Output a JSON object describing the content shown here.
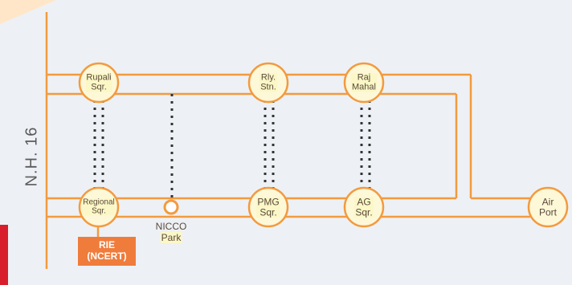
{
  "map": {
    "highway_label": "N.H. 16",
    "colors": {
      "route": "#f39a3f",
      "node_fill": "#fdf8d8",
      "connector": "#333333",
      "rie_box": "#f07c3c"
    },
    "nodes": [
      {
        "id": "rupali-sqr",
        "lines": [
          "Rupali",
          "Sqr."
        ]
      },
      {
        "id": "rly-stn",
        "lines": [
          "Rly.",
          "Stn."
        ]
      },
      {
        "id": "raj-mahal",
        "lines": [
          "Raj",
          "Mahal"
        ]
      },
      {
        "id": "regional-sqr",
        "lines": [
          "Regional",
          "Sqr."
        ]
      },
      {
        "id": "pmg-sqr",
        "lines": [
          "PMG",
          "Sqr."
        ]
      },
      {
        "id": "ag-sqr",
        "lines": [
          "AG",
          "Sqr."
        ]
      },
      {
        "id": "air-port",
        "lines": [
          "Air",
          "Port"
        ]
      }
    ],
    "nicco_park": {
      "line1": "NICCO",
      "line2": "Park"
    },
    "rie": {
      "line1": "RIE",
      "line2": "(NCERT)"
    }
  }
}
